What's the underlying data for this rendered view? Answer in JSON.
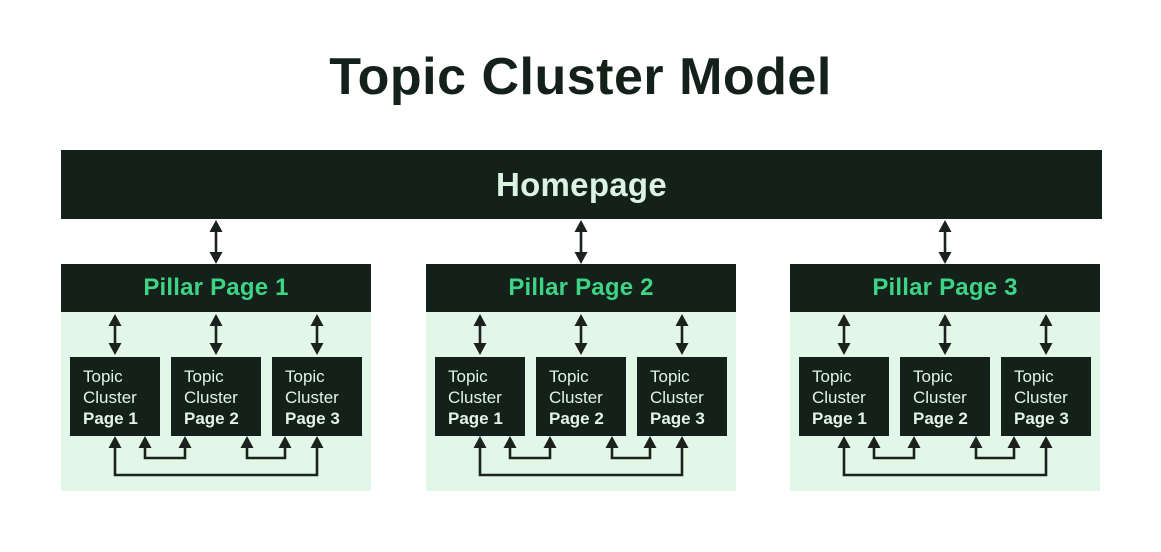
{
  "title": "Topic Cluster Model",
  "homepage": {
    "label": "Homepage"
  },
  "pillars": [
    {
      "title": "Pillar Page 1",
      "clusters": [
        {
          "line1": "Topic",
          "line2": "Cluster",
          "page": "Page 1"
        },
        {
          "line1": "Topic",
          "line2": "Cluster",
          "page": "Page 2"
        },
        {
          "line1": "Topic",
          "line2": "Cluster",
          "page": "Page 3"
        }
      ]
    },
    {
      "title": "Pillar Page 2",
      "clusters": [
        {
          "line1": "Topic",
          "line2": "Cluster",
          "page": "Page 1"
        },
        {
          "line1": "Topic",
          "line2": "Cluster",
          "page": "Page 2"
        },
        {
          "line1": "Topic",
          "line2": "Cluster",
          "page": "Page 3"
        }
      ]
    },
    {
      "title": "Pillar Page 3",
      "clusters": [
        {
          "line1": "Topic",
          "line2": "Cluster",
          "page": "Page 1"
        },
        {
          "line1": "Topic",
          "line2": "Cluster",
          "page": "Page 2"
        },
        {
          "line1": "Topic",
          "line2": "Cluster",
          "page": "Page 3"
        }
      ]
    }
  ],
  "colors": {
    "dark": "#13211a",
    "accent_green": "#3ed385",
    "pale_green": "#e3f7e8",
    "mint_text": "#dcf2e2",
    "arrow": "#1b211c",
    "background": "#ffffff"
  }
}
